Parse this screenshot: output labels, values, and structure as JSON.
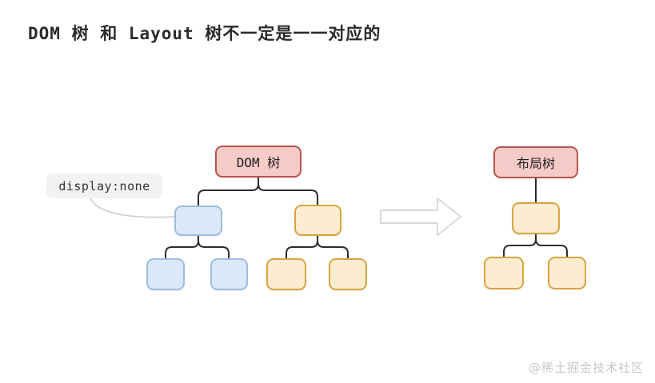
{
  "title": "DOM 树 和 Layout 树不一定是一一对应的",
  "callout": {
    "label": "display:none"
  },
  "dom_tree": {
    "root_label": "DOM 树",
    "nodes": [
      {
        "id": "blue-parent",
        "color": "blue",
        "annotation": "display:none"
      },
      {
        "id": "blue-leaf-1",
        "color": "blue"
      },
      {
        "id": "blue-leaf-2",
        "color": "blue"
      },
      {
        "id": "orange-parent",
        "color": "orange"
      },
      {
        "id": "orange-leaf-1",
        "color": "orange"
      },
      {
        "id": "orange-leaf-2",
        "color": "orange"
      }
    ]
  },
  "layout_tree": {
    "root_label": "布局树",
    "nodes": [
      {
        "id": "orange-parent",
        "color": "orange"
      },
      {
        "id": "orange-leaf-1",
        "color": "orange"
      },
      {
        "id": "orange-leaf-2",
        "color": "orange"
      }
    ]
  },
  "watermark": "@稀土掘金技术社区",
  "colors": {
    "node_red_fill": "#f5cac7",
    "node_red_stroke": "#b85450",
    "node_blue_fill": "#dbe8fa",
    "node_blue_stroke": "#9fbcdf",
    "node_orange_fill": "#fcecd2",
    "node_orange_stroke": "#d9a43e",
    "connector": "#2d2d2d",
    "callout_bg": "#f2f2f2",
    "callout_line": "#cccccc",
    "arrow_stroke": "#d9d9d9",
    "text": "#2a2a2a",
    "watermark": "#c8c8c8"
  }
}
